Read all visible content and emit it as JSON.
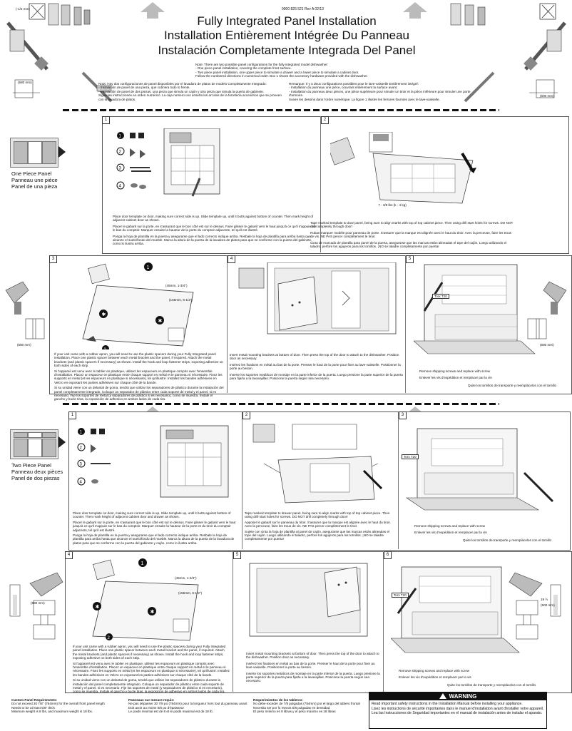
{
  "header": {
    "doc_id": "9000 825 521 Rev A 02/13",
    "title_en": "Fully Integrated Panel Installation",
    "title_fr": "Installation Entièrement Intégrée Du Panneau",
    "title_es": "Instalación Completamente Integrada Del Panel"
  },
  "notes": {
    "en_1": "Note: There are two possible panel configurations for the fully integrated model dishwasher:",
    "en_2": "- One piece panel installation, covering the complete front surface.",
    "en_3": "- Two piece panel installation, one upper piece to simulate a drawer and a lower piece to simulate a cabinet door.",
    "en_4": "Follow the numbered directions in numerical order. Box 1 shows the accessory hardware provided with the dishwasher.",
    "es_1": "Nota: Hay dos configuraciones de panel disponibles por el lavadora de platos de modelo Completamente Integrado:",
    "es_2": "- Instalación de panel de una pieza, que cubriera todo lo frente.",
    "es_3": "- Instalación de panel de dos piezas, una pieza que simula un cajón y otra pieza que simula la puerta de gabinete.",
    "es_4": "Sigue las instrucciones en orden numérico. La caja numero uno enseña los art alos de la ferretería accesorios que se proveen con la lavadora de platos.",
    "fr_1": "Remarque: Il y a deux configurations possibles pour le lave-vaisselle Entièrement intégré:",
    "fr_2": "- Installation du panneau une pièce, couvrant entièrement la surface avant.",
    "fr_3": "- Installation du panneau deux pièces, une pièce supérieure pour simuler un tiroir et la pièce inférieure pour simuler une porte d'armoire.",
    "fr_4": "Suivre les dessins dans l'ordre numérique. La figure 1 illustre les ferrures fournies avec le lave-vaisselle."
  },
  "corner_dims": {
    "top_left": "(-1/2 mm)",
    "left_mid": "(580 mm)",
    "right_mid": "(600 mm)",
    "sec1_left": "(580 mm)",
    "sec1_right": "(580 mm)",
    "sec2_right_a": "19 ½",
    "sec2_right_b": "(500 mm)",
    "sec2_left": "(580 mm)"
  },
  "section_one": {
    "label_en": "One Piece Panel",
    "label_fr": "Panneau une pièce",
    "label_es": "Panel de una pieza",
    "steps": [
      "1",
      "2",
      "3",
      "4",
      "5"
    ],
    "step1_text_en": "Place door template on door, making sure correct side is up. Slide template up, until it butts against bottom of counter. Then mark height of adjacent cabinet door as shown.",
    "step1_text_fr": "Placer le gabarit sur la porte, en s'assurant que le bon côté est sur le dessus. Faire glisser le gabarit vers le haut jusqu'à ce qu'il s'appuie sur le bas du comptoir. Marquer ensuite la hauteur de la porte du comptoir adjacente, tel qu'il est illustré.",
    "step1_text_es": "Ponga la hoja de plantilla en la puerta y asegurarse que el lado correcto indique arriba. Resbale la hoja de plantilla para arriba hasta que alcanze el suelo/fondo del mueble. Marca la altura de la puerta de la lavadora de platos para que se conforme con la puerta del gabinete, como lo ilustra arriba.",
    "step2_dim": "7 - 3/8 lbs (k - 4 kg)",
    "step2_text_en": "Tape marked template to door panel, being sure to align marks with top of top cabinet piece. Then using drill start holes for screws. DO NOT drill completely through door!",
    "step2_text_fr": "Ruban marquer modèle pour panneau de porte. S'assurer que la marque est alignée avec le haut du tiroir. Avec la perceuse, faire les trous de vis. NE PAS percer complètement le tiroir.",
    "step2_text_es": "Cinta de marcado de plantilla para panel de la puerta, asegurarse que las marcas están alineadas el tope del cajón. Luego utilizando el taladro, perfore los agujeros para los tornillos. ¡NO se taladre completamente por puerta!",
    "step3_dim_a": "(45mm, 1-3/4\")",
    "step3_dim_b": "(155mm, 6-1/2\")",
    "step3_text_en": "If your unit came with a rubber apron, you will need to use the plastic spacers during your Fully Integrated panel installation. Place one plastic spacer between each metal bracket and the panel, if required. Attach the metal brackets (and plastic spacers if necessary) as shown. Install the hook and loop fastener strips, exposing adhesive on both sides of each strip.",
    "step3_text_fr": "Si l'appareil est venu avec le tablier en plastique, utilisez les espaceurs en plastique compris avec l'ensemble d'installation. Placez un espaceur en plastique entre chaque support en métal et le panneau si nécessaire. Fixez les supports en métal (et les espaceurs en plastique si nécessaire), tel qu'illustré. Installez les bandes adhésives en Velcro en exposant les parties adhésives sur chaque côté de la bande.",
    "step3_text_es": "Si su unidad viene con un delantal de goma, tendrá que utilizar los separadores de plástico durante la instalación del panel completamente integrado. Coloque un separador de plástico entre cada soporte de metal y el panel, si es necesario. Fije los soportes de metal (y separadores de plástico si es necesario), como se muestra. Instale el gancho y bucle tiras, la exposición de adhesivo en ambos lados de cada tira.",
    "step4_text_en": "Insert metal mounting brackets at bottom of door. Then press the top of the door to attach to the dishwasher. Position door as necessary.",
    "step4_text_fr": "Insérez les fixations en métal au bas de la porte. Presser le haut de la porte pour fixer au lave-vaisselle. Positionner la porte au besoin.",
    "step4_text_es": "Inserte los soportes metálicos de montaje en la parte inferior de la puerta. Luego presione la parte superior de la puerta para fijarla a la lavavajillas. Posicione la puerta según sea necesario.",
    "step5_label": "Torx T20",
    "step5_text_en": "Remove shipping screws and replace with screw",
    "step5_text_fr": "Enlever les vis d'expédition et remplacer par la vis",
    "step5_text_es": "Quite los tornillos de transporte y reemplácelos con el tornillo"
  },
  "section_two": {
    "label_en": "Two Piece Panel",
    "label_fr": "Panneau deux pièces",
    "label_es": "Panel de dos piezas",
    "steps": [
      "1",
      "2",
      "3",
      "4",
      "5",
      "6"
    ],
    "step1_text_en": "Place door template on door, making sure correct side is up. Slide template up, until it butts against bottom of counter. Then mark height of adjacent cabinet door and drawer as shown.",
    "step1_text_fr": "Placer le gabarit sur la porte, en s'assurant que le bon côté est sur le dessus. Faire glisser le gabarit vers le haut jusqu'à ce qu'il s'appuie sur le bas du comptoir. Marquer ensuite la hauteur de la porte et du tiroir du comptoir adjacents, tel qu'il est illustré.",
    "step1_text_es": "Ponga la hoja de plantilla en la puerta y asegurarse que el lado correcto indique arriba. Resbale la hoja de plantilla para arriba hasta que alcanze el suelo/fondo del mueble. Marca la altura de la puerta de la lavadora de platos para que se conforme con la puerta del gabinete y cajón, como lo ilustra arriba.",
    "step2_text_en": "Tape marked template to drawer panel, being sure to align marks with top of top cabinet piece. Then using drill start holes for screws. DO NOT drill completely through door!",
    "step2_text_fr": "Apposer le gabarit sur le panneau du tiroir. S'assurer que la marque est alignée avec le haut du tiroir. Avec la perceuse, faire les trous de vis. NE PAS percer complètement le tiroir.",
    "step2_text_es": "Sujete con cinta la hoja de plantilla al panel de cajón, asegurarse que las marcas están alineadas el tope del cajón. Luego utilizando el taladro, perfore los agujeros para los tornillos. ¡NO se taladre completamente por puerta!",
    "step3_label": "Torx T20",
    "step3_text_en": "Remove shipping screws and replace with screw",
    "step3_text_fr": "Enlever les vis d'expédition et remplacer par la vis",
    "step3_text_es": "Quite los tornillos de transporte y reemplácelos con el tornillo",
    "step4_dim_a": "(45mm, 1-3/4\")",
    "step4_dim_b": "(155mm, 6-1/2\")",
    "step4_text_en": "If your unit came with a rubber apron, you will need to use the plastic spacers during your Fully Integrated panel installation. Place one plastic spacer between each metal bracket and the panel, if required. Attach the metal brackets (and plastic spacers if necessary) as shown. Install the hook and loop fastener strips, exposing adhesive on both sides of each strip.",
    "step4_text_fr": "Si l'appareil est venu avec le tablier en plastique, utilisez les espaceurs en plastique compris avec l'ensemble d'installation. Placez un espaceur en plastique entre chaque support en métal et le panneau si nécessaire. Fixez les supports en métal (et les espaceurs en plastique si nécessaire), tel qu'illustré. Installez les bandes adhésives en Velcro en exposant les parties adhésives sur chaque côté de la bande.",
    "step4_text_es": "Si su unidad viene con un delantal de goma, tendrá que utilizar los separadores de plástico durante la instalación del panel completamente integrado. Coloque un separador de plástico entre cada soporte de metal y el panel, si es necesario. Fije los soportes de metal (y separadores de plástico si es necesario), como se muestra. Instale el gancho y bucle tiras, la exposición de adhesivo en ambos lados de cada tira.",
    "step5_text_en": "Insert metal mounting brackets at bottom of door. Then press the top of the door to attach to the dishwasher. Position door as necessary.",
    "step5_text_fr": "Insérez les fixations en métal au bas de la porte. Presser le haut de la porte pour fixer au lave-vaisselle. Positionner la porte au besoin.",
    "step5_text_es": "Inserte los soportes metálicos de montaje en la parte inferior de la puerta. Luego presione la parte superior de la puerta para fijarla a la lavavajillas. Posicione la puerta según sea necesario.",
    "step6_label": "Torx T20",
    "step6_text_en": "Remove shipping screws and replace with screw",
    "step6_text_fr": "Enlever les vis d'expédition et remplacer par la vis",
    "step6_text_es": "Quite los tornillos de transporte y reemplácelos con el tornillo"
  },
  "footer": {
    "req_en_title": "Custom Panel Requirements:",
    "req_en_1": "Do not exceed 30 7/8\" (784mm) for the overall front panel length",
    "req_en_2": "Needs to be at least 5/8\" thick",
    "req_en_3": "Minimum weight is 8 lbs, and maximum weight is 18 lbs.",
    "req_fr_title": "Panneaux sur mesure requis:",
    "req_fr_1": "Ne pas dépasser 30 7/8 po (784mm) pour la longueur hors tout du panneau avant",
    "req_fr_2": "Doit avoir au moins 5/8 po d'épaisseur",
    "req_fr_3": "Le poids minimal est de 8 et le poids maximal est de 18 lb.",
    "req_es_title": "Requerimientos de los tableros:",
    "req_es_1": "No debe exceder de 7/8 pulgadas (784mm) por el largo del tablero frontal",
    "req_es_2": "Necesita ser por lo menos 5/8 pulgadas en densidad",
    "req_es_3": "El peso mínimo es 8 libras y el peso máximo es 18 libras",
    "warning_title": "WARNING",
    "warning_en": "Read important safety instructions in the Installation Manual before installing your appliance.",
    "warning_fr": "Lisez les instructions de sécurité importantes dans le manuel d'installation avant d'installer votre appareil.",
    "warning_es": "Lea las Instrucciones de Seguridad importantes en el manual de instalación antes de instalar el aparato."
  }
}
